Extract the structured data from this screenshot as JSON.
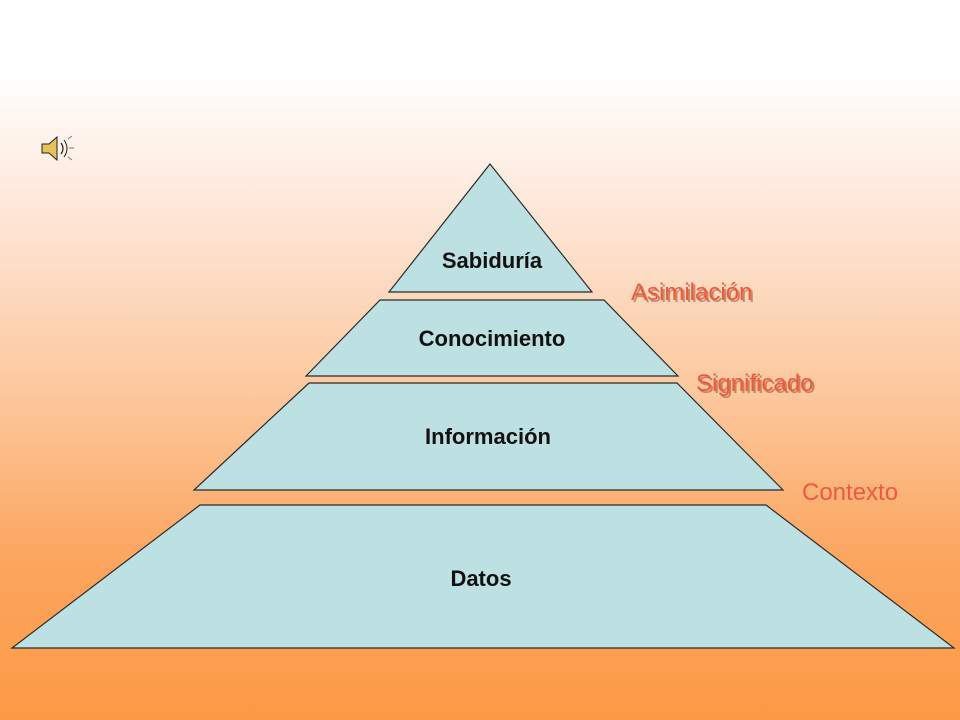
{
  "pyramid": {
    "layers": [
      {
        "id": "sabiduria",
        "label": "Sabiduría"
      },
      {
        "id": "conocimiento",
        "label": "Conocimiento"
      },
      {
        "id": "informacion",
        "label": "Información"
      },
      {
        "id": "datos",
        "label": "Datos"
      }
    ],
    "transitions": [
      {
        "id": "asimilacion",
        "label": "Asimilación",
        "shadow": true
      },
      {
        "id": "significado",
        "label": "Significado",
        "shadow": true
      },
      {
        "id": "contexto",
        "label": "Contexto",
        "shadow": false
      }
    ]
  },
  "colors": {
    "layer_fill": "#bde0e3",
    "layer_stroke": "#2a2a2a",
    "transition_text": "#f05a3a",
    "background_top": "#ffffff",
    "background_bottom": "#fc9a45"
  },
  "icons": {
    "speaker": "speaker-icon"
  }
}
